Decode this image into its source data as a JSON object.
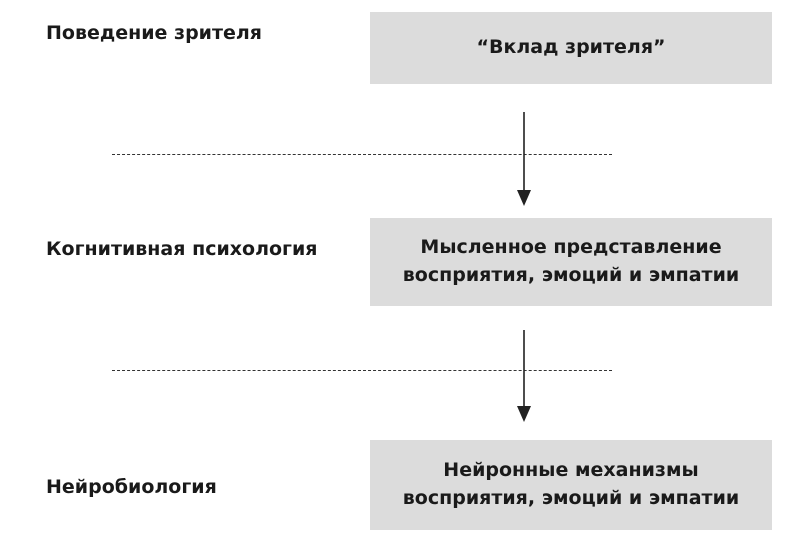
{
  "levels": [
    {
      "label": "Поведение зрителя",
      "box_lines": [
        "“Вклад зрителя”"
      ]
    },
    {
      "label": "Когнитивная психология",
      "box_lines": [
        "Мысленное представление",
        "восприятия, эмоций и эмпатии"
      ]
    },
    {
      "label": "Нейробиология",
      "box_lines": [
        "Нейронные механизмы",
        "восприятия, эмоций и эмпатии"
      ]
    }
  ],
  "colors": {
    "box_fill": "#dcdcdc",
    "line": "#222222"
  }
}
